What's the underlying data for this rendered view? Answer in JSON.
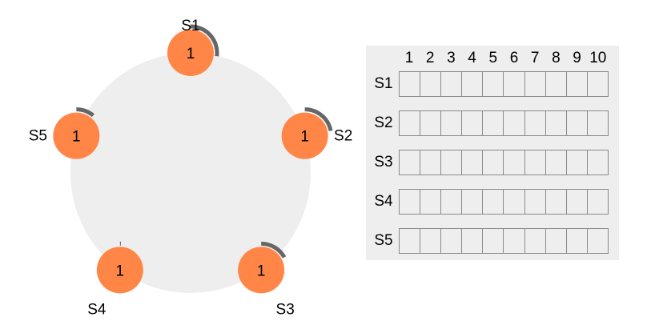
{
  "servers": [
    {
      "id": "S1",
      "term": "1",
      "timeout_fraction": 0.27
    },
    {
      "id": "S2",
      "term": "1",
      "timeout_fraction": 0.22
    },
    {
      "id": "S3",
      "term": "1",
      "timeout_fraction": 0.17
    },
    {
      "id": "S4",
      "term": "1",
      "timeout_fraction": 0.005
    },
    {
      "id": "S5",
      "term": "1",
      "timeout_fraction": 0.11
    }
  ],
  "log": {
    "columns": [
      "1",
      "2",
      "3",
      "4",
      "5",
      "6",
      "7",
      "8",
      "9",
      "10"
    ],
    "rows": [
      {
        "id": "S1",
        "entries": [
          "",
          "",
          "",
          "",
          "",
          "",
          "",
          "",
          "",
          ""
        ]
      },
      {
        "id": "S2",
        "entries": [
          "",
          "",
          "",
          "",
          "",
          "",
          "",
          "",
          "",
          ""
        ]
      },
      {
        "id": "S3",
        "entries": [
          "",
          "",
          "",
          "",
          "",
          "",
          "",
          "",
          "",
          ""
        ]
      },
      {
        "id": "S4",
        "entries": [
          "",
          "",
          "",
          "",
          "",
          "",
          "",
          "",
          "",
          ""
        ]
      },
      {
        "id": "S5",
        "entries": [
          "",
          "",
          "",
          "",
          "",
          "",
          "",
          "",
          "",
          ""
        ]
      }
    ]
  },
  "colors": {
    "node_fill": "#ff8647",
    "ring_fill": "#eeeeee",
    "timeout_arc": "#666666",
    "cell_border": "#8a8a8a",
    "panel_bg": "#eeeeee"
  }
}
